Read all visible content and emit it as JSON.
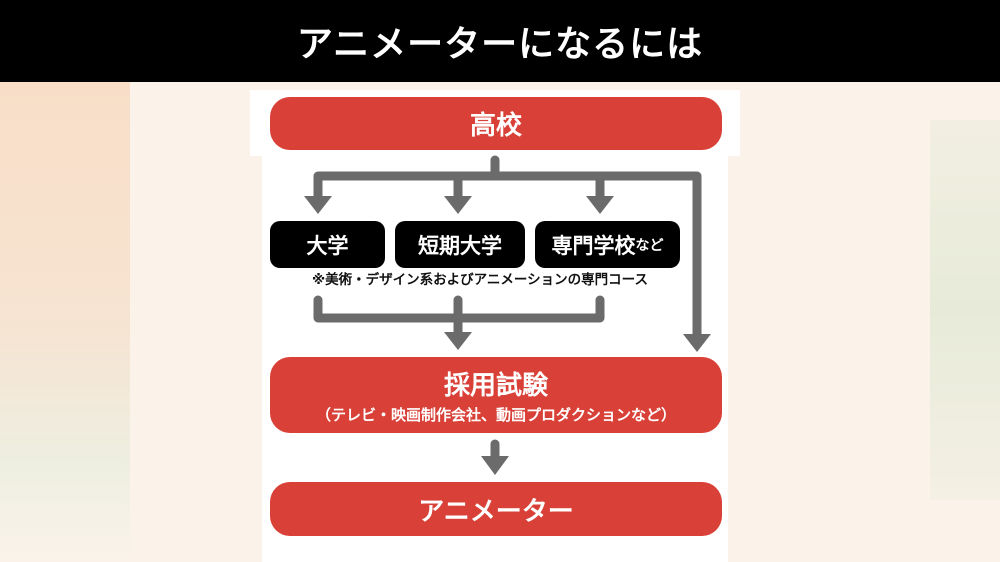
{
  "title": "アニメーターになるには",
  "nodes": {
    "high_school": "高校",
    "university": "大学",
    "junior_college": "短期大学",
    "vocational_school": "専門学校",
    "vocational_suffix": "など",
    "note": "※美術・デザイン系およびアニメーションの専門コース",
    "exam": "採用試験",
    "exam_detail": "（テレビ・映画制作会社、動画プロダクションなど）",
    "animator": "アニメーター"
  },
  "colors": {
    "header": "#000000",
    "box_red": "#d94037",
    "box_black": "#000000",
    "arrow": "#6b6b6b"
  }
}
